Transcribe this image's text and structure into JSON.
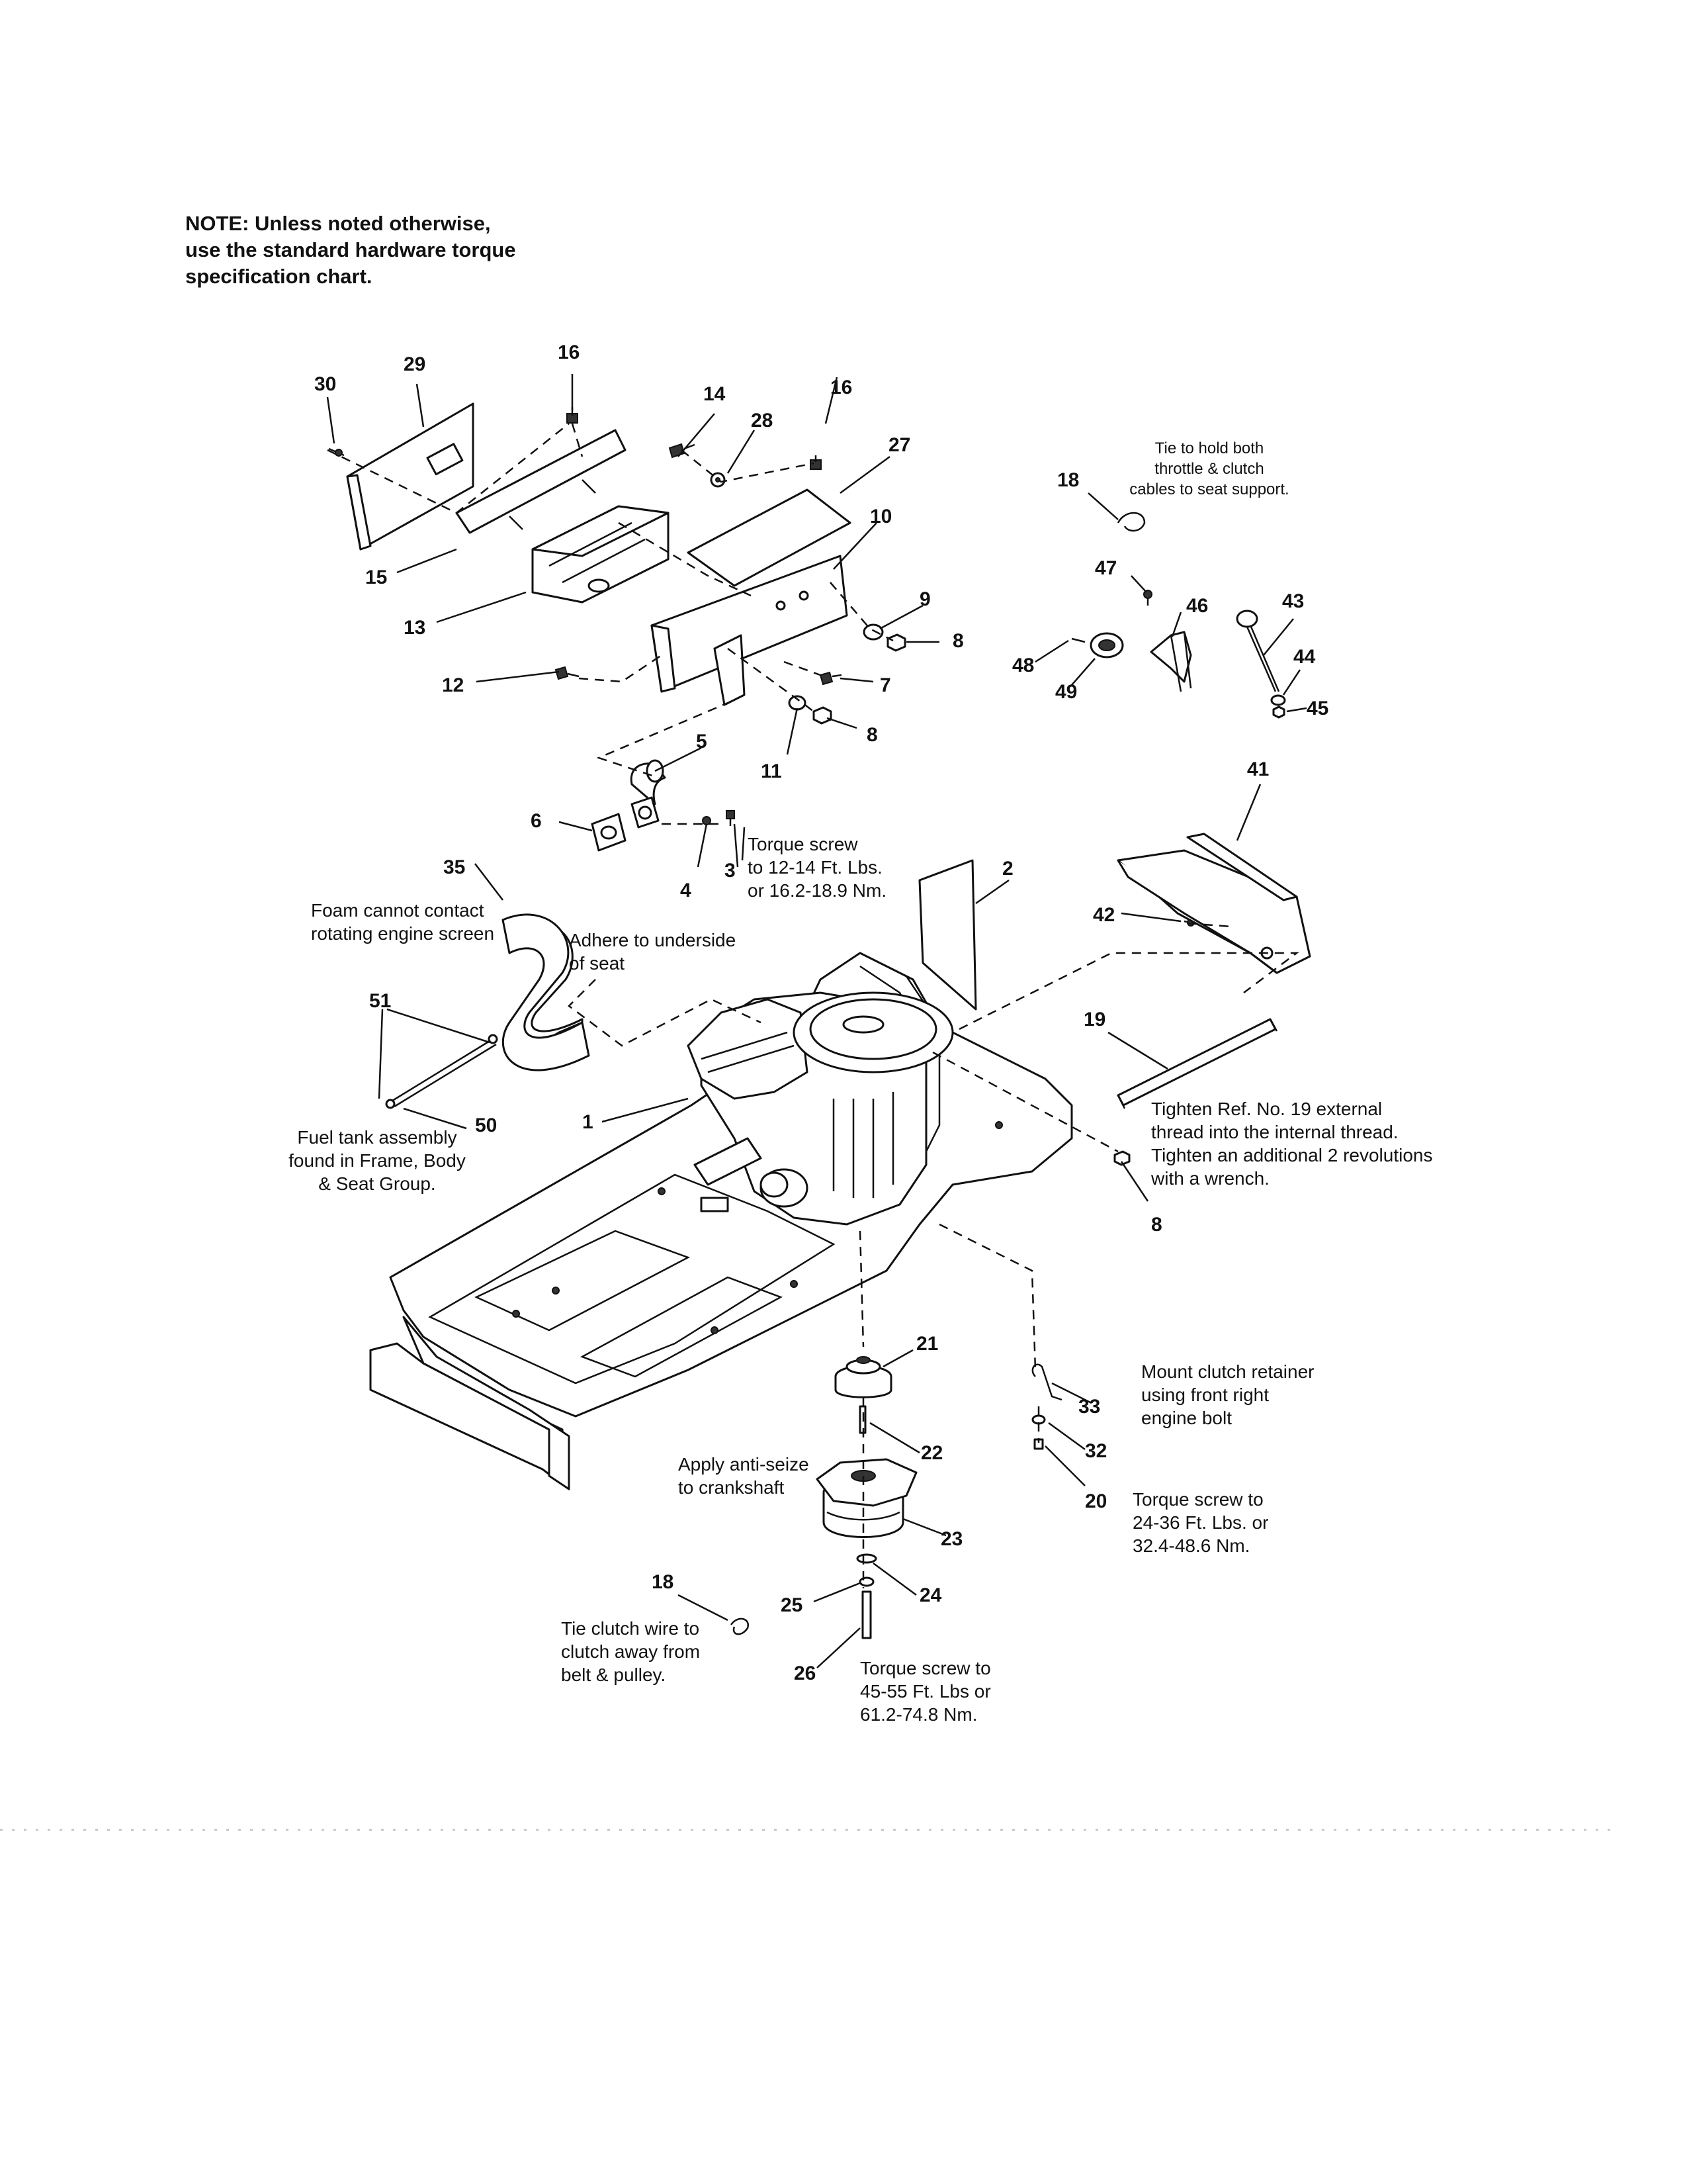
{
  "note": "NOTE: Unless noted otherwise,\nuse the standard hardware torque\nspecification chart.",
  "callouts": {
    "n1": "1",
    "n2": "2",
    "n3": "3",
    "n4": "4",
    "n5": "5",
    "n6": "6",
    "n7": "7",
    "n8a": "8",
    "n8b": "8",
    "n8c": "8",
    "n9": "9",
    "n10": "10",
    "n11": "11",
    "n12": "12",
    "n13": "13",
    "n14": "14",
    "n15": "15",
    "n16a": "16",
    "n16b": "16",
    "n18a": "18",
    "n18b": "18",
    "n19": "19",
    "n20": "20",
    "n21": "21",
    "n22": "22",
    "n23": "23",
    "n24": "24",
    "n25": "25",
    "n26": "26",
    "n27": "27",
    "n28": "28",
    "n29": "29",
    "n30": "30",
    "n32": "32",
    "n33": "33",
    "n35": "35",
    "n41": "41",
    "n42": "42",
    "n43": "43",
    "n44": "44",
    "n45": "45",
    "n46": "46",
    "n47": "47",
    "n48": "48",
    "n49": "49",
    "n50": "50",
    "n51": "51"
  },
  "annotations": {
    "tie_cables": [
      "Tie to hold both",
      "throttle & clutch",
      "cables to seat support."
    ],
    "torque_12_14": [
      "Torque screw",
      "to 12-14 Ft. Lbs.",
      "or 16.2-18.9 Nm."
    ],
    "foam": [
      "Foam cannot contact",
      "rotating engine screen"
    ],
    "adhere": [
      "Adhere to underside",
      "of seat"
    ],
    "fuel_tank": [
      "Fuel tank assembly",
      "found in Frame, Body",
      "& Seat Group."
    ],
    "tighten_19": [
      "Tighten Ref. No. 19 external",
      "thread into the internal thread.",
      "Tighten an additional 2 revolutions",
      "with a wrench."
    ],
    "mount_clutch": [
      "Mount clutch retainer",
      "using front right",
      "engine bolt"
    ],
    "anti_seize": [
      "Apply anti-seize",
      "to crankshaft"
    ],
    "torque_24_36": [
      "Torque screw to",
      "24-36 Ft. Lbs. or",
      "32.4-48.6 Nm."
    ],
    "tie_clutch_wire": [
      "Tie clutch wire to",
      "clutch away from",
      "belt & pulley."
    ],
    "torque_45_55": [
      "Torque screw to",
      "45-55 Ft. Lbs or",
      "61.2-74.8 Nm."
    ]
  }
}
